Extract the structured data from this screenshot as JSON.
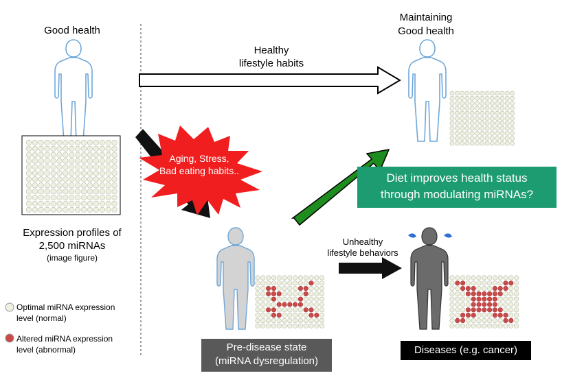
{
  "labels": {
    "good_health": "Good health",
    "maintaining": "Maintaining\nGood health",
    "healthy_habits": "Healthy\nlifestyle habits",
    "burst": "Aging, Stress,\nBad eating habits..",
    "diet_question": "Diet improves health status\nthrough modulating miRNAs?",
    "expression_title": "Expression profiles of\n2,500 miRNAs",
    "expression_sub": "(image figure)",
    "unhealthy": "Unhealthy\nlifestyle behaviors",
    "pre_disease": "Pre-disease state\n(miRNA dysregulation)",
    "diseases": "Diseases (e.g. cancer)"
  },
  "legend": [
    {
      "label": "Optimal miRNA expression\nlevel (normal)",
      "color": "#eef0e2"
    },
    {
      "label": "Altered miRNA expression\nlevel (abnormal)",
      "color": "#c84b4b"
    }
  ],
  "colors": {
    "figure_blue": "#6fa7d8",
    "pre_disease_fill": "#d3d3d3",
    "disease_fill": "#6b6b6b",
    "dot_normal": "#eef0e2",
    "dot_altered": "#c84b4b",
    "burst_red": "#f01e1e",
    "arrow_green": "#1e8c1e",
    "sweat_blue": "#2f6fd6",
    "green_box": "#1d9b71"
  },
  "icons": [
    "human-figure-icon",
    "sweat-drop-icon",
    "starburst-icon"
  ]
}
